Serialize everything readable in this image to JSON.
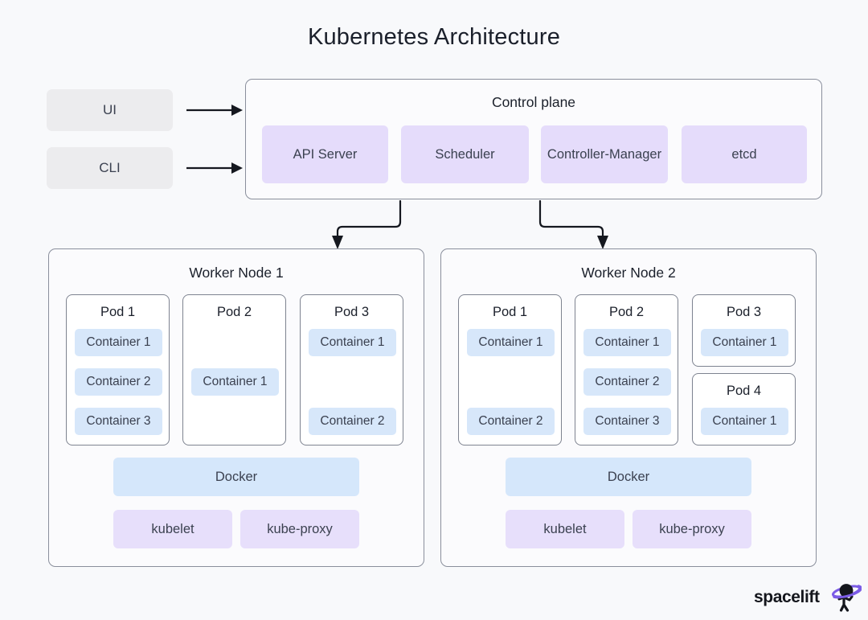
{
  "title": "Kubernetes Architecture",
  "colors": {
    "background": "#f8f9fb",
    "card_border": "#8a8f9c",
    "control_plane_chip": "#e5dcfb",
    "client_box": "#ececee",
    "container_chip": "#d7e7fa",
    "docker_bar": "#d5e7fb",
    "kube_bar": "#e7dffb",
    "arrow": "#15181f",
    "logo_accent": "#7b5ce6"
  },
  "clients": [
    {
      "label": "UI"
    },
    {
      "label": "CLI"
    }
  ],
  "control_plane": {
    "title": "Control plane",
    "components": [
      {
        "label": "API Server"
      },
      {
        "label": "Scheduler"
      },
      {
        "label": "Controller-Manager"
      },
      {
        "label": "etcd"
      }
    ]
  },
  "worker_nodes": [
    {
      "title": "Worker Node 1",
      "pods": [
        {
          "label": "Pod 1",
          "containers": [
            "Container 1",
            "Container 2",
            "Container 3"
          ]
        },
        {
          "label": "Pod 2",
          "containers": [
            "Container 1"
          ]
        },
        {
          "label": "Pod 3",
          "containers": [
            "Container 1",
            "Container 2"
          ]
        }
      ],
      "runtime": {
        "label": "Docker"
      },
      "agents": [
        {
          "label": "kubelet"
        },
        {
          "label": "kube-proxy"
        }
      ]
    },
    {
      "title": "Worker Node 2",
      "pods": [
        {
          "label": "Pod 1",
          "containers": [
            "Container 1",
            "Container 2"
          ]
        },
        {
          "label": "Pod 2",
          "containers": [
            "Container 1",
            "Container 2",
            "Container 3"
          ]
        },
        {
          "label": "Pod 3",
          "containers": [
            "Container 1"
          ]
        },
        {
          "label": "Pod 4",
          "containers": [
            "Container 1"
          ]
        }
      ],
      "runtime": {
        "label": "Docker"
      },
      "agents": [
        {
          "label": "kubelet"
        },
        {
          "label": "kube-proxy"
        }
      ]
    }
  ],
  "logo": {
    "text": "spacelift",
    "mark": "astronaut-icon"
  }
}
